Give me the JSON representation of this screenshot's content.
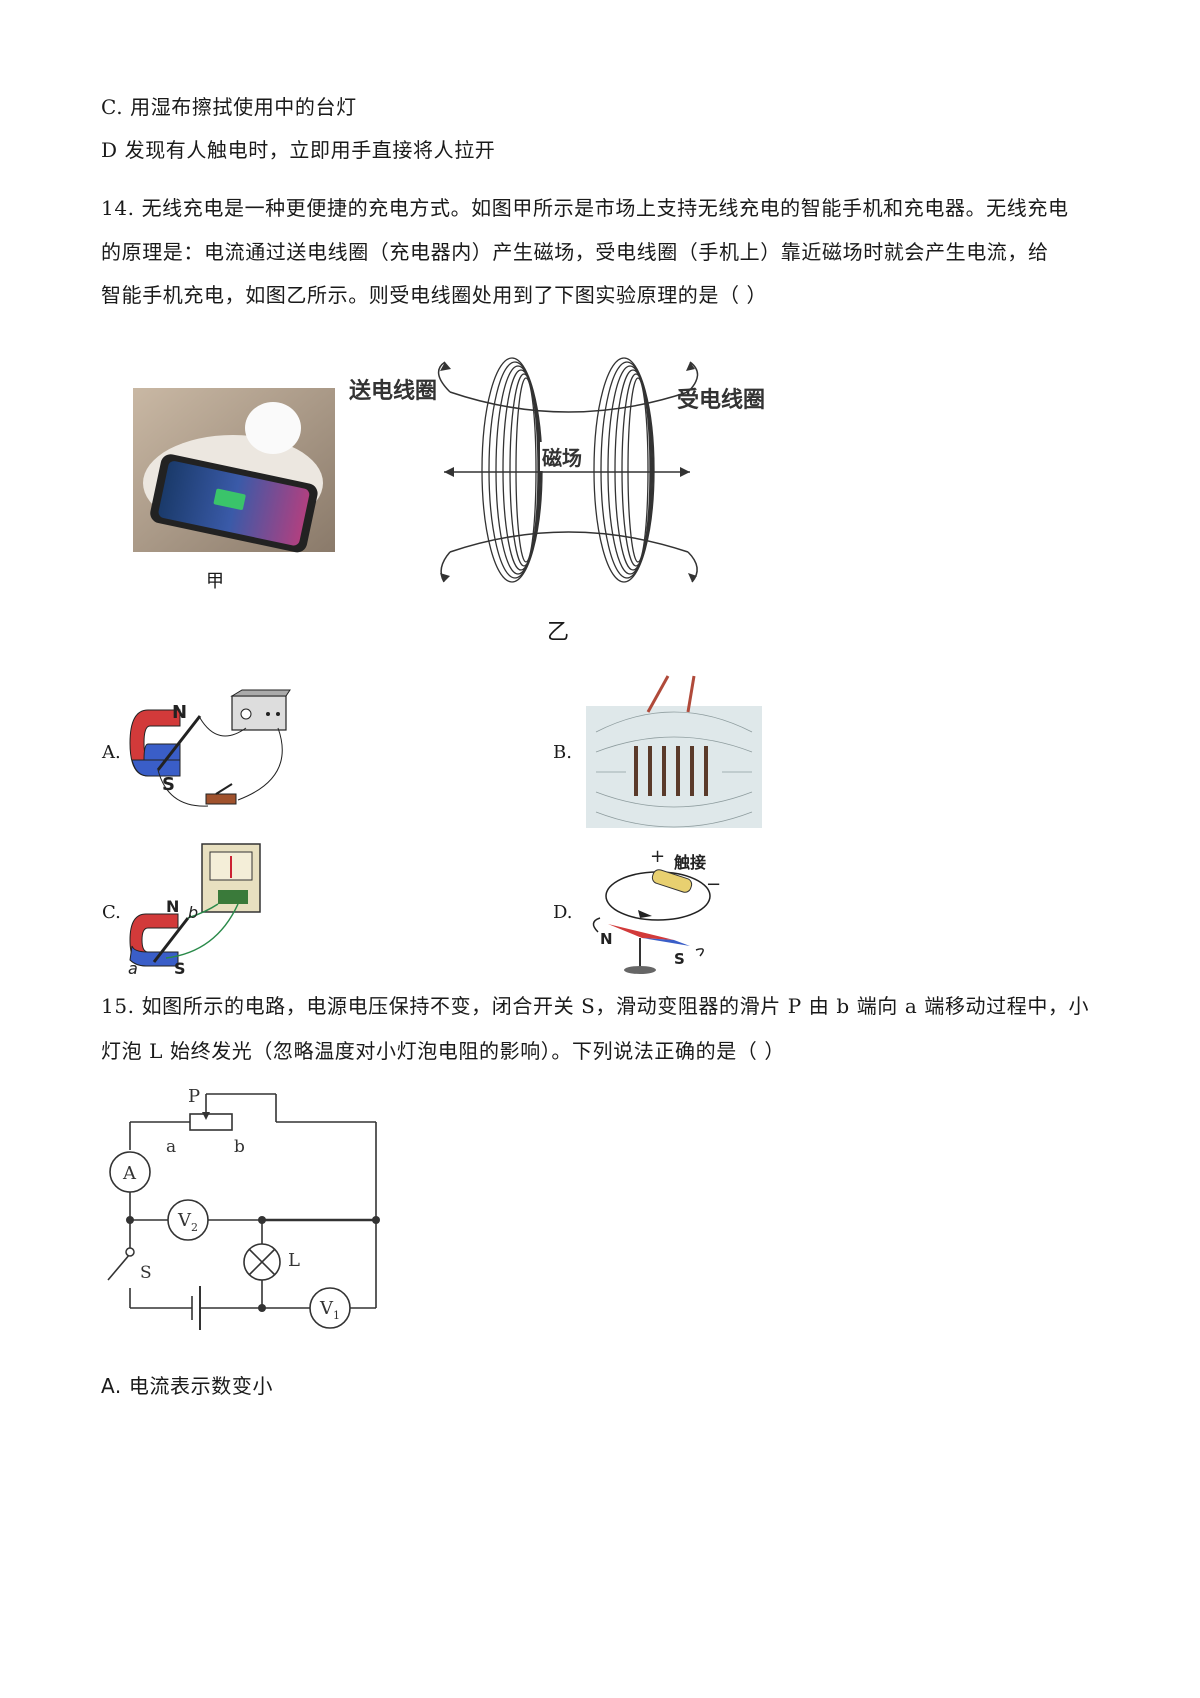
{
  "options_prev": {
    "c": "C.  用湿布擦拭使用中的台灯",
    "d": "D  发现有人触电时，立即用手直接将人拉开"
  },
  "q14": {
    "line1": "14. 无线充电是一种更便捷的充电方式。如图甲所示是市场上支持无线充电的智能手机和充电器。无线充电",
    "line2": "的原理是：电流通过送电线圈（充电器内）产生磁场，受电线圈（手机上）靠近磁场时就会产生电流，给",
    "line3": "智能手机充电，如图乙所示。则受电线圈处用到了下图实验原理的是（        ）",
    "fig_jia": "甲",
    "fig_yi": "乙",
    "send_coil": "送电线圈",
    "recv_coil": "受电线圈",
    "magnetic_field": "磁场",
    "opt_a": "A.",
    "opt_b": "B.",
    "opt_c": "C.",
    "opt_d": "D.",
    "n": "N",
    "s": "S",
    "a_letter": "a",
    "b_letter": "b",
    "touch": "触接",
    "plus": "+",
    "minus": "−"
  },
  "q15": {
    "line1": "15. 如图所示的电路，电源电压保持不变，闭合开关 S，滑动变阻器的滑片 P 由 b 端向 a 端移动过程中，小",
    "line2": "灯泡 L 始终发光（忽略温度对小灯泡电阻的影响）。下列说法正确的是（        ）",
    "p": "P",
    "a": "a",
    "b": "b",
    "ammeter": "A",
    "v2": "V",
    "v2_sub": "2",
    "v1": "V",
    "v1_sub": "1",
    "lamp": "L",
    "switch": "S",
    "option_a": "A.  电流表示数变小"
  }
}
